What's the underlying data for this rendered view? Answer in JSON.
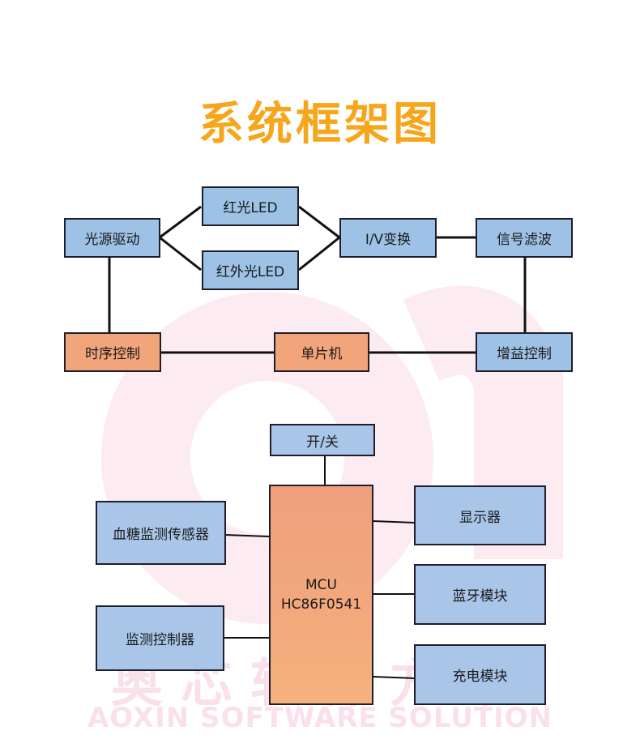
{
  "title": "系统框架图",
  "top_diagram": {
    "light_source_driver": "光源驱动",
    "red_led": "红光LED",
    "infrared_led": "红外光LED",
    "iv_conversion": "I/V变换",
    "signal_filter": "信号滤波",
    "timing_control": "时序控制",
    "mcu": "单片机",
    "gain_control": "增益控制"
  },
  "bottom_diagram": {
    "switch": "开/关",
    "mcu_line1": "MCU",
    "mcu_line2": "HC86F0541",
    "glucose_sensor": "血糖监测传感器",
    "monitor_controller": "监测控制器",
    "display": "显示器",
    "bluetooth_module": "蓝牙模块",
    "charging_module": "充电模块"
  },
  "watermark": {
    "chinese": "奥芯软件方案",
    "english": "AOXIN SOFTWARE SOLUTION"
  },
  "colors": {
    "title": "#f7a61b",
    "box_blue": "#9ec2e6",
    "box_orange": "#f2a57a",
    "watermark": "#f3a9c6"
  }
}
